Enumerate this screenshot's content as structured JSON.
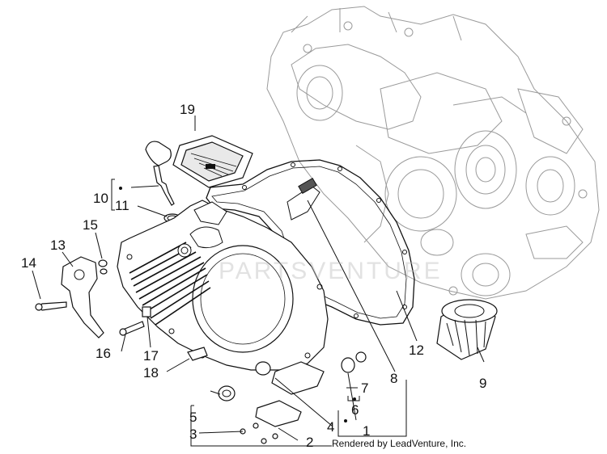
{
  "diagram": {
    "callouts": [
      "1",
      "2",
      "3",
      "4",
      "5",
      "6",
      "7",
      "8",
      "9",
      "10",
      "11",
      "12",
      "13",
      "14",
      "15",
      "16",
      "17",
      "18",
      "19"
    ],
    "credit": "Rendered by LeadVenture, Inc.",
    "watermark_logo_text": "PARTSVENTURE"
  }
}
